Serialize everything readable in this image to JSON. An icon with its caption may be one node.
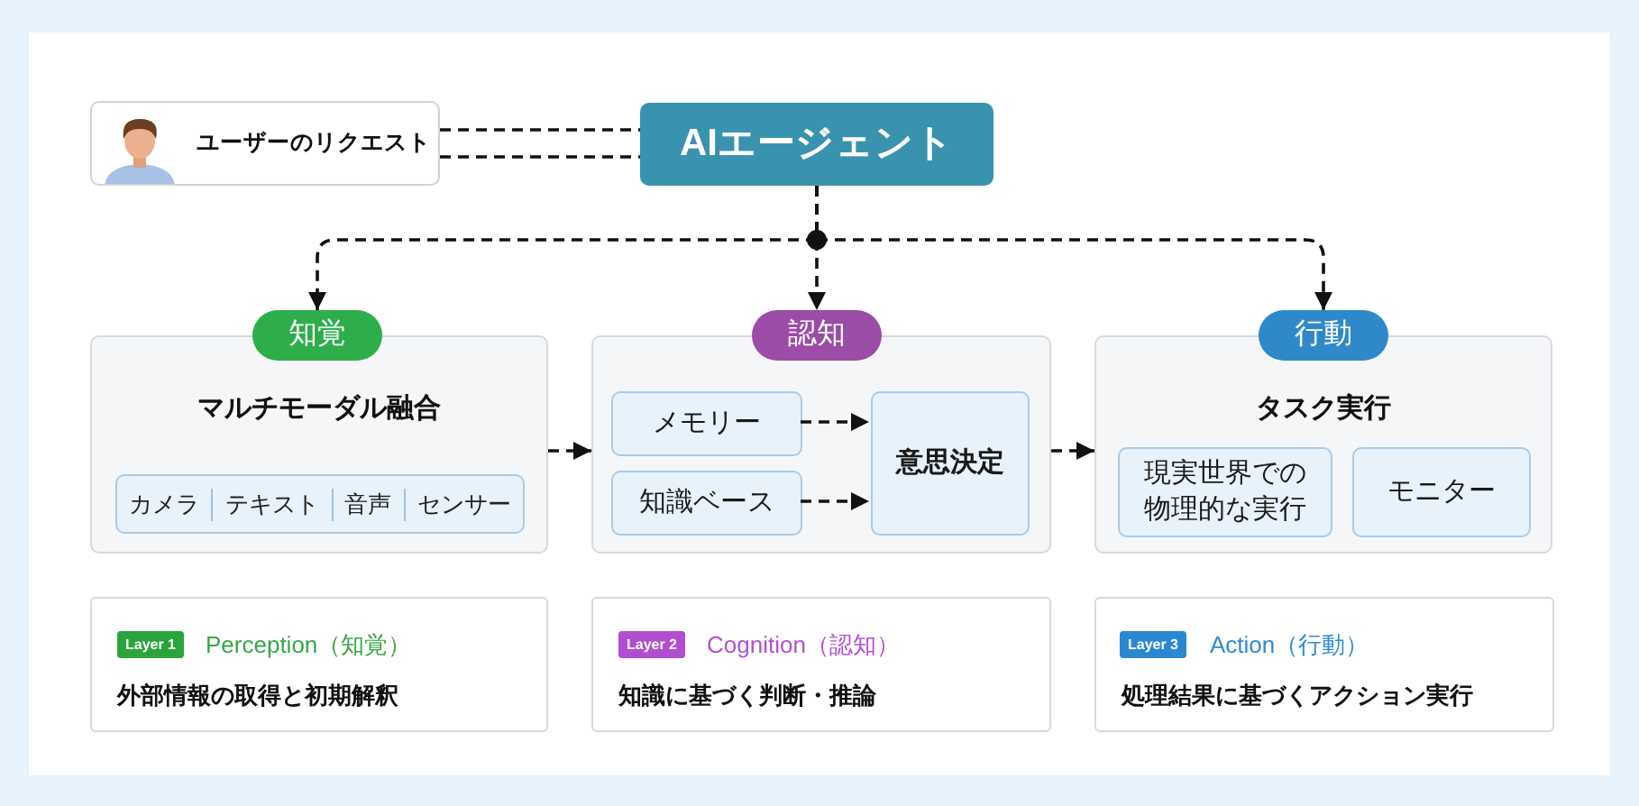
{
  "diagram": {
    "nodes": [
      {
        "text": [
          "ユーザーのリクエスト"
        ]
      },
      {
        "text": [
          "AIエージェント"
        ]
      },
      {
        "text": [
          "知覚"
        ]
      },
      {
        "text": [
          "マルチモーダル融合"
        ]
      },
      {
        "text": [
          "カメラ",
          "テキスト",
          "音声",
          "センサー"
        ],
        "in": 3
      },
      {
        "text": [
          "認知"
        ]
      },
      {
        "text": [],
        "shape": "box"
      },
      {
        "text": [
          "メモリー"
        ],
        "in": 6
      },
      {
        "text": [
          "知識ベース"
        ],
        "in": 6
      },
      {
        "text": [
          "意思決定"
        ],
        "in": 6
      },
      {
        "text": [
          "行動"
        ]
      },
      {
        "text": [
          "タスク実行"
        ]
      },
      {
        "text": [
          "現実世界での物理的な実行"
        ],
        "in": 11
      },
      {
        "text": [
          "モニター"
        ],
        "in": 11
      },
      {
        "text": [
          "Perception（知覚）",
          "外部情報の取得と初期解釈"
        ]
      },
      {
        "text": [
          "Layer 1"
        ],
        "in": 14
      },
      {
        "text": [
          "Cognition（認知）",
          "知識に基づく判断・推論"
        ]
      },
      {
        "text": [
          "Layer 2"
        ],
        "in": 16
      },
      {
        "text": [
          "Action（行動）",
          "処理結果に基づくアクション実行"
        ]
      },
      {
        "text": [
          "Layer 3"
        ],
        "in": 18
      }
    ],
    "edges": [
      {
        "from": 0,
        "to": 1,
        "arrow": "none",
        "style": "dashed"
      },
      {
        "from": 0,
        "to": 1,
        "arrow": "none",
        "style": "dashed"
      },
      {
        "from": 1,
        "to": 2,
        "arrow": "to",
        "style": "dashed"
      },
      {
        "from": 1,
        "to": 5,
        "arrow": "to",
        "style": "dashed"
      },
      {
        "from": 1,
        "to": 10,
        "arrow": "to",
        "style": "dashed"
      },
      {
        "from": 3,
        "to": 6,
        "arrow": "to",
        "style": "dashed"
      },
      {
        "from": 7,
        "to": 9,
        "arrow": "to",
        "style": "dashed"
      },
      {
        "from": 8,
        "to": 9,
        "arrow": "to",
        "style": "dashed"
      },
      {
        "from": 6,
        "to": 11,
        "arrow": "to",
        "style": "dashed"
      }
    ]
  }
}
